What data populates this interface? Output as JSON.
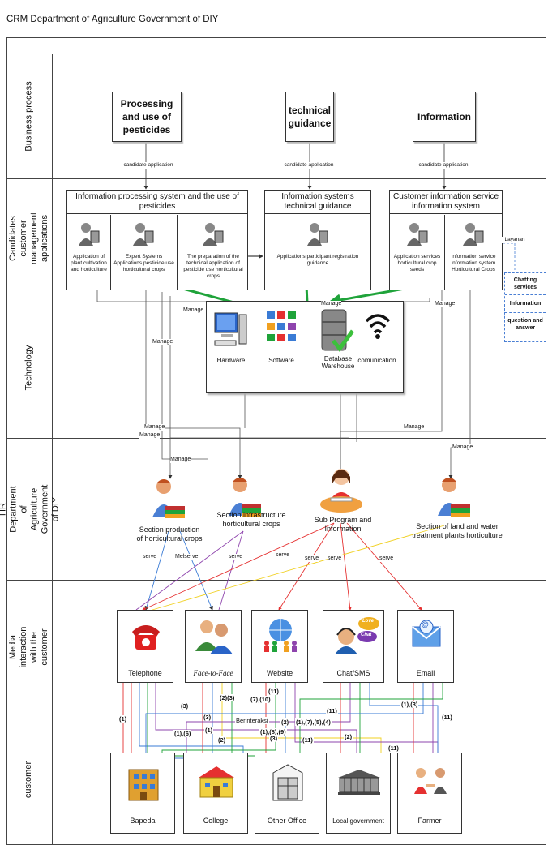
{
  "title": "CRM Department of Agriculture Government of DIY",
  "lanes": {
    "business": "Business process",
    "apps": "Candidates customer management applications",
    "technology": "Technology",
    "hr": "HR Department of Agriculture Government of DIY",
    "media": "Media interaction with the customer",
    "customer": "customer"
  },
  "business": {
    "boxes": [
      "Processing and use of pesticides",
      "technical guidance",
      "Information"
    ],
    "edge_label": "candidate application"
  },
  "apps": {
    "systems": [
      {
        "title": "Information processing system and the use of pesticides",
        "cells": [
          "Application of plant cultivation and horticulture",
          "Expert Systems Applications pesticide use horticultural crops",
          "The preparation of the technical application of pesticide use horticultural crops"
        ]
      },
      {
        "title": "Information systems technical guidance",
        "cells": [
          "Applications participant registration guidance"
        ]
      },
      {
        "title": "Customer information service information system",
        "cells": [
          "Application services horticultural crop seeds",
          "Information service information system Horticultural Crops"
        ]
      }
    ],
    "layanan": "Layanan",
    "services": [
      "Chatting services",
      "Information",
      "question and answer"
    ]
  },
  "technology": {
    "items": [
      "Hardware",
      "Software",
      "Database Warehouse",
      "comunication"
    ],
    "manage": "Manage"
  },
  "hr": {
    "sections": [
      "Section production of horticultural crops",
      "Section infrastructure horticultural crops",
      "Sub Program and Information",
      "Section of land and water treatment plants horticulture"
    ],
    "serve": "serve",
    "melserve": "Melserve"
  },
  "media": {
    "items": [
      "Telephone",
      "Face-to-Face",
      "Website",
      "Chat/SMS",
      "Email"
    ],
    "bubble_top": "Love",
    "bubble_bottom": "Chat"
  },
  "customers": {
    "items": [
      "Bapeda",
      "College",
      "Other Office",
      "Local government",
      "Farmer"
    ]
  },
  "numbers": {
    "n1a": "(1)",
    "n2_3a": "(2)(3)",
    "n7_10": "(7),(10)",
    "n11a": "(11)",
    "n3a": "(3)",
    "n1_3": "(1),(3)",
    "n11b": "(11)",
    "n3b": "(3)",
    "berinteraksi": "Berinteraksi",
    "n2b": "(2)",
    "n1_7_5_4": "(1),(7),(5),(4)",
    "n11c": "(11)",
    "n1b": "(1)",
    "n1_6": "(1),(6)",
    "n1c": "(1)",
    "n1_8_9": "(1),(8),(9)",
    "n2c": "(2)",
    "n3c": "(3)",
    "n11d": "(11)",
    "n2d": "(2)",
    "n11e": "(11)"
  }
}
